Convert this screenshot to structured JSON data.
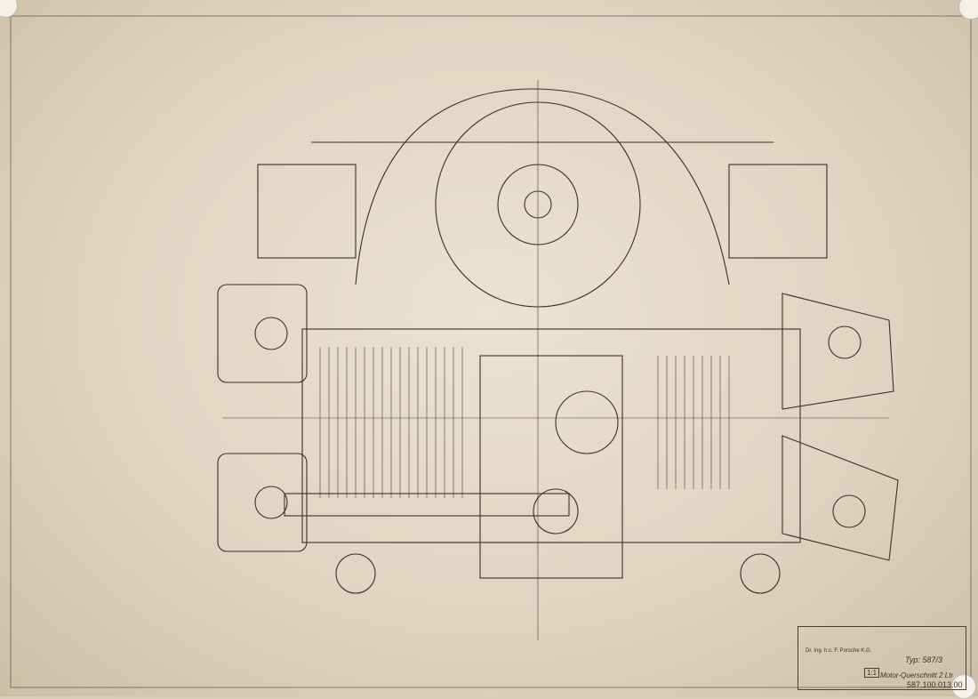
{
  "drawing": {
    "company": "Dr. Ing. h.c. F. Porsche K.G.",
    "type": "Typ: 587/3",
    "title": "Motor-Querschnitt 2 Ltr",
    "scale": "1:1",
    "drawing_number": "587.100.013.00"
  }
}
